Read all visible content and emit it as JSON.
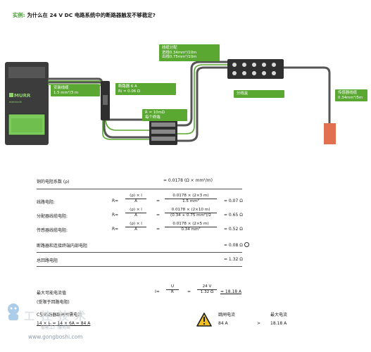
{
  "title": {
    "prefix": "实例:",
    "text": "为什么在 24 V DC 电路系统中的断路器触发不够稳定?"
  },
  "diagram": {
    "logo_text": "MURR",
    "logo_sub": "elektronik",
    "cable1": {
      "line1": "安装线缆",
      "line2": "1.5 mm²/3 m"
    },
    "breaker": {
      "line1": "断路器 6 A",
      "line2": "Ri = 0.06 Ω"
    },
    "terminal": {
      "line1": "R = 10mΩ",
      "line2": "每个终端"
    },
    "distribution": {
      "line1": "线缆分配",
      "line2": "进线0.34mm²/10m",
      "line3": "出线0.75mm²/10m"
    },
    "box_label": "分线盒",
    "sensor": {
      "line1": "传感器线缆",
      "line2": "0.34mm²/5m"
    }
  },
  "calc": {
    "copper": {
      "label": "铜的电阻系数 (ρ)",
      "value": "= 0.0178 (Ω × mm²/m)"
    },
    "line": {
      "label": "线路电阻:",
      "num": "0.0178 × (2×3 m)",
      "den": "1.5 mm²",
      "result": "= 0.07"
    },
    "dist": {
      "label": "分配器线缆电阻:",
      "num": "0.0178 × (2×10 m)",
      "den": "(0.34 + 0.75 mm²)/2",
      "result": "= 0.65"
    },
    "sensor": {
      "label": "传感器线缆电阻:",
      "num": "0.0178 × (2×5 m)",
      "den": "0.34 mm²",
      "result": "= 0.52"
    },
    "breaker_res": {
      "label": "断路器和连接终端内部电阻",
      "result": "= 0.08"
    },
    "total": {
      "label": "总回路电阻",
      "result": "= 1.32"
    },
    "formula_R": "R=",
    "formula_num": "(ρ) × l",
    "formula_den": "A",
    "eq": "=",
    "omega": "Ω"
  },
  "current": {
    "label1": "最大可能电流值",
    "label2": "(受限于回路电阻)",
    "I": "I=",
    "U": "U",
    "R": "R",
    "num": "24 V",
    "den": "1.32 Ω",
    "result": "= 18.18 A",
    "col1_label": "C型断路器跳闸所需电流",
    "col1_value": "14 × Iₙ = 14 × 6A = 84 A",
    "col2_label": "跳闸电流",
    "col2_value": "84 A",
    "gt": ">",
    "col3_label": "最大电流",
    "col3_value": "18.18 A"
  },
  "watermark": {
    "line1": "工 控 技 术",
    "line2": "智能工厂服务商",
    "url": "www.gongboshi.com"
  },
  "colors": {
    "green": "#5aa832",
    "dark": "#3a3a3a",
    "sensor": "#e07050"
  }
}
